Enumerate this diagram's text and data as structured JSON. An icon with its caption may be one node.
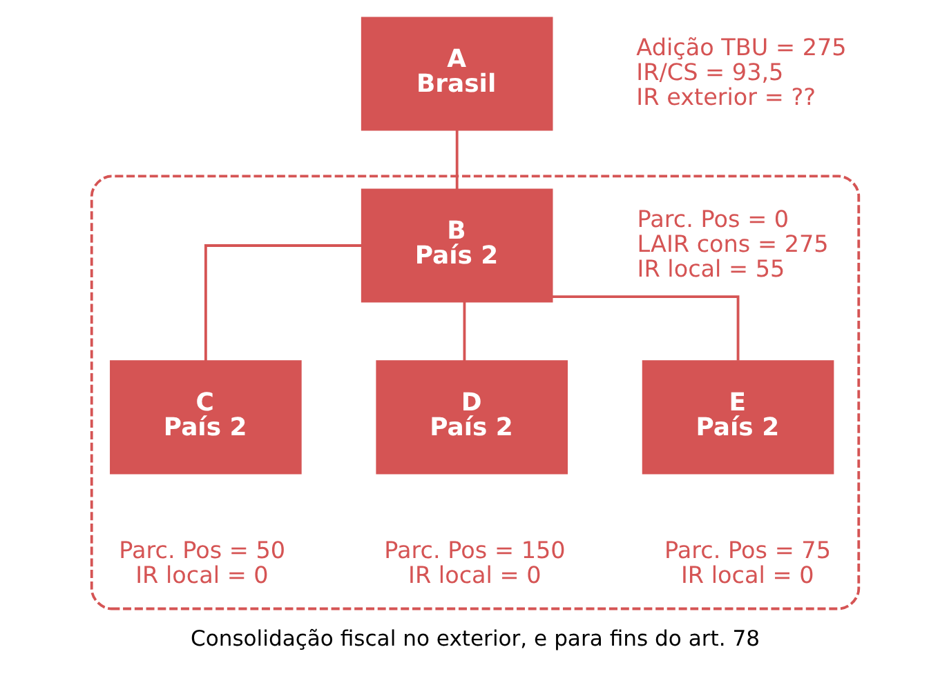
{
  "diagram": {
    "caption": "Consolidação fiscal no exterior, e para fins do art. 78",
    "nodes": [
      {
        "text": [
          "A",
          "Brasil"
        ],
        "beside": [
          "Adição TBU = 275",
          "IR/CS = 93,5",
          "IR exterior = ??"
        ]
      },
      {
        "text": [],
        "shape": "box"
      },
      {
        "text": [
          "B",
          "País 2"
        ],
        "in": 1,
        "beside": [
          "Parc. Pos = 0",
          "LAIR cons = 275",
          "IR local = 55"
        ]
      },
      {
        "text": [
          "C",
          "País 2"
        ],
        "in": 1,
        "beside": [
          "Parc. Pos = 50",
          "IR local = 0"
        ]
      },
      {
        "text": [
          "D",
          "País 2"
        ],
        "in": 1,
        "beside": [
          "Parc. Pos = 150",
          "IR local = 0"
        ]
      },
      {
        "text": [
          "E",
          "País 2"
        ],
        "in": 1,
        "beside": [
          "Parc. Pos = 75",
          "IR local = 0"
        ]
      }
    ],
    "edges": [
      {
        "from": 0,
        "to": 2,
        "arrow": "none"
      },
      {
        "from": 2,
        "to": 3,
        "arrow": "none"
      },
      {
        "from": 2,
        "to": 4,
        "arrow": "none"
      },
      {
        "from": 2,
        "to": 5,
        "arrow": "none"
      }
    ]
  }
}
